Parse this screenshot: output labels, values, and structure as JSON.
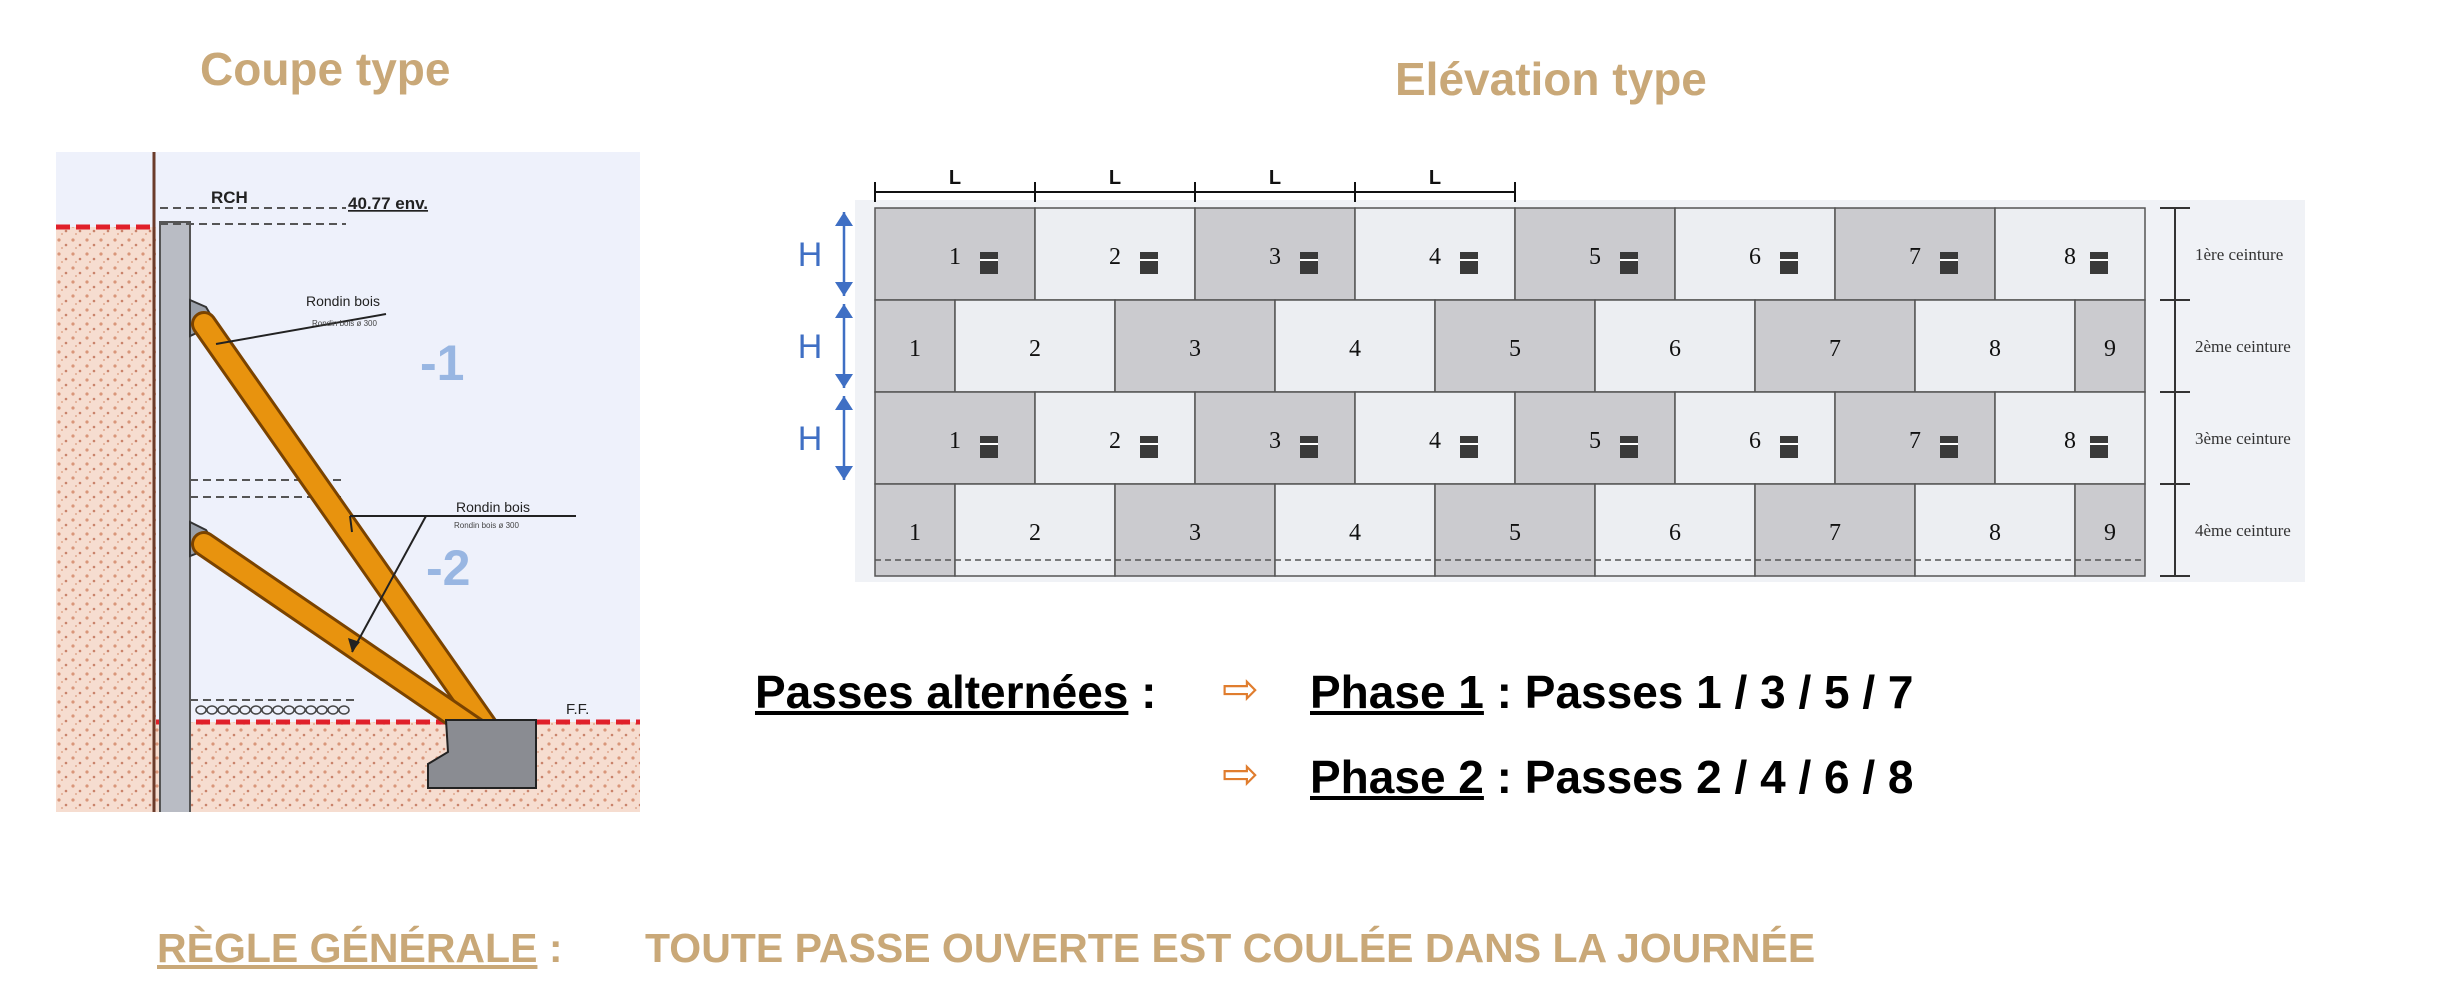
{
  "coupe": {
    "title": "Coupe type",
    "rch_label": "RCH",
    "level_label": "40.77 env.",
    "strut1_label": "Rondin bois",
    "strut1_sub": "Rondin bois ø 300",
    "strut2_label": "Rondin bois",
    "strut2_sub": "Rondin bois ø 300",
    "level1": "-1",
    "level2": "-2",
    "ff_label": "F.F."
  },
  "elevation": {
    "title": "Elévation type",
    "dim_L": "L",
    "dim_H": "H",
    "ceintures": [
      "1ère ceinture",
      "2ème ceinture",
      "3ème ceinture",
      "4ème ceinture"
    ],
    "rows": [
      [
        "1",
        "2",
        "3",
        "4",
        "5",
        "6",
        "7",
        "8"
      ],
      [
        "1",
        "2",
        "3",
        "4",
        "5",
        "6",
        "7",
        "8",
        "9"
      ],
      [
        "1",
        "2",
        "3",
        "4",
        "5",
        "6",
        "7",
        "8"
      ],
      [
        "1",
        "2",
        "3",
        "4",
        "5",
        "6",
        "7",
        "8",
        "9"
      ]
    ]
  },
  "passes": {
    "label": "Passes alternées",
    "colon": " :",
    "phase1_label": "Phase 1",
    "phase1_text": " : Passes 1 / 3 / 5 / 7",
    "phase2_label": "Phase 2",
    "phase2_text": " : Passes 2 / 4 / 6 / 8",
    "arrow": "⇨"
  },
  "regle": {
    "label": "RÈGLE GÉNÉRALE",
    "colon": " :",
    "text": "TOUTE PASSE OUVERTE EST COULÉE DANS LA JOURNÉE"
  }
}
